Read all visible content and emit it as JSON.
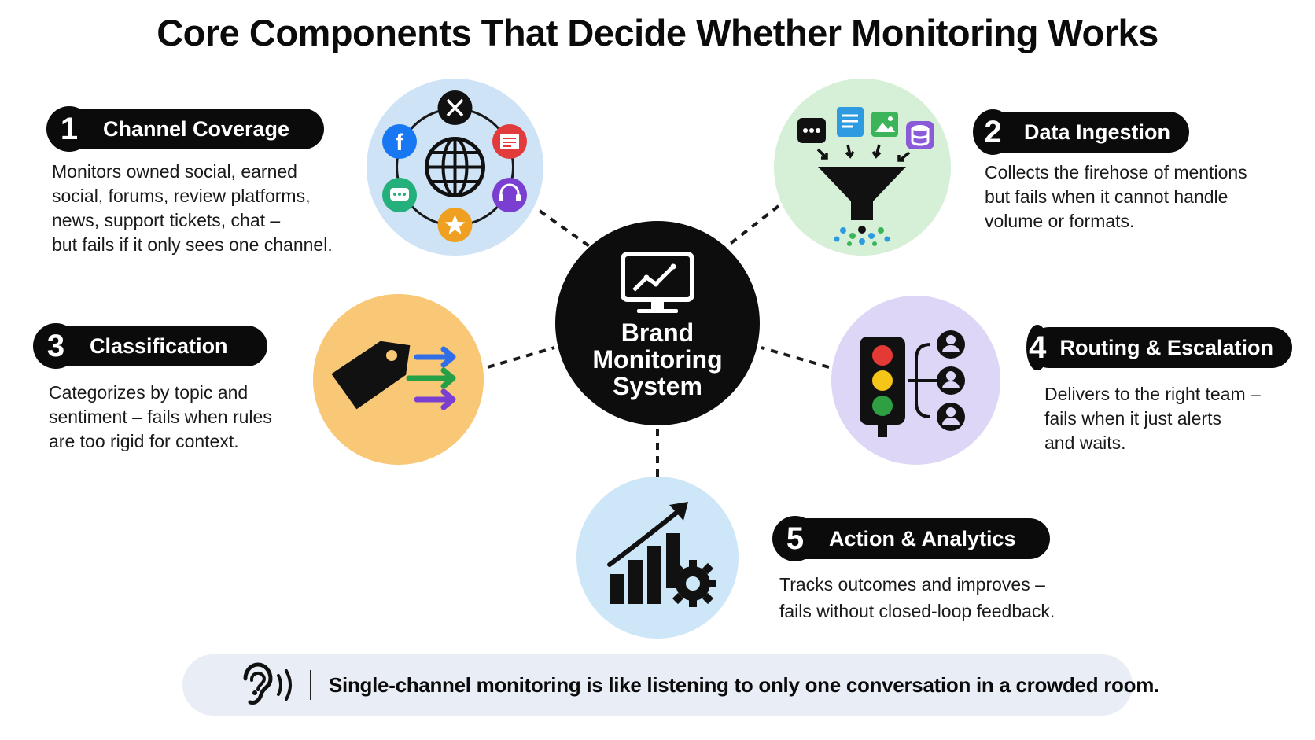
{
  "title": "Core Components That Decide Whether Monitoring Works",
  "hub": {
    "label": "Brand\nMonitoring\nSystem",
    "icon": "monitor-chart-icon"
  },
  "components": [
    {
      "number": "1",
      "label": "Channel Coverage",
      "description": "Monitors owned social, earned\nsocial, forums, review platforms,\nnews, support tickets, chat –\nbut fails if it only sees one channel.",
      "circle_color": "#cfe3f6",
      "icons": [
        "globe-icon",
        "x-logo-icon",
        "facebook-icon",
        "news-icon",
        "chat-icon",
        "headset-icon",
        "star-icon"
      ]
    },
    {
      "number": "2",
      "label": "Data Ingestion",
      "description": "Collects the firehose of mentions\nbut fails when it cannot handle\nvolume or formats.",
      "circle_color": "#d5f0d6",
      "icons": [
        "chat-icon",
        "document-icon",
        "image-icon",
        "database-icon",
        "funnel-icon"
      ]
    },
    {
      "number": "3",
      "label": "Classification",
      "description": "Categorizes by topic and\nsentiment – fails when rules\nare too rigid for context.",
      "circle_color": "#f8c877",
      "icons": [
        "tag-icon",
        "arrows-icon"
      ]
    },
    {
      "number": "4",
      "label": "Routing & Escalation",
      "description": "Delivers to the right team –\nfails when it just alerts\nand waits.",
      "circle_color": "#ddd6f6",
      "icons": [
        "traffic-light-icon",
        "users-icon"
      ]
    },
    {
      "number": "5",
      "label": "Action & Analytics",
      "description": "Tracks outcomes and improves –\nfails without closed-loop feedback.",
      "circle_color": "#cde6f8",
      "icons": [
        "bar-chart-icon",
        "trend-arrow-icon",
        "gear-icon"
      ]
    }
  ],
  "banner": {
    "icon": "ear-icon",
    "text": "Single-channel monitoring is like listening to only one conversation in a crowded room."
  }
}
